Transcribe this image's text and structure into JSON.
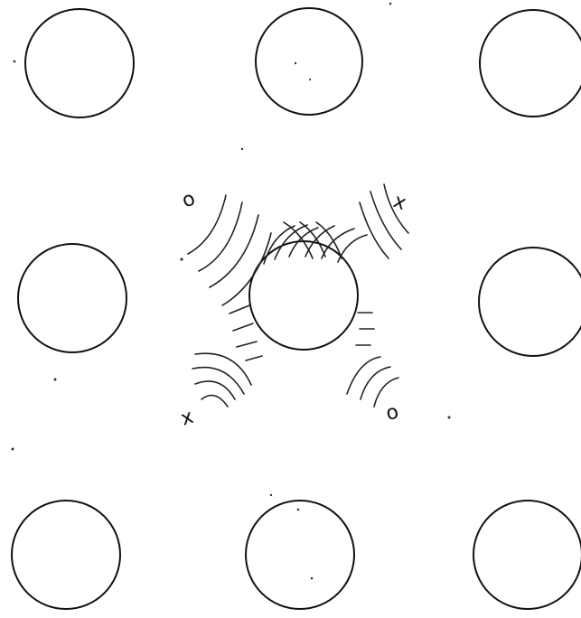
{
  "diagram": {
    "lattice": {
      "rows": 3,
      "cols": 3
    },
    "markers": {
      "top_left": "o",
      "top_right": "x",
      "bottom_left": "x",
      "bottom_right": "o"
    },
    "colors": {
      "ink": "#111111",
      "background": "#ffffff"
    }
  }
}
